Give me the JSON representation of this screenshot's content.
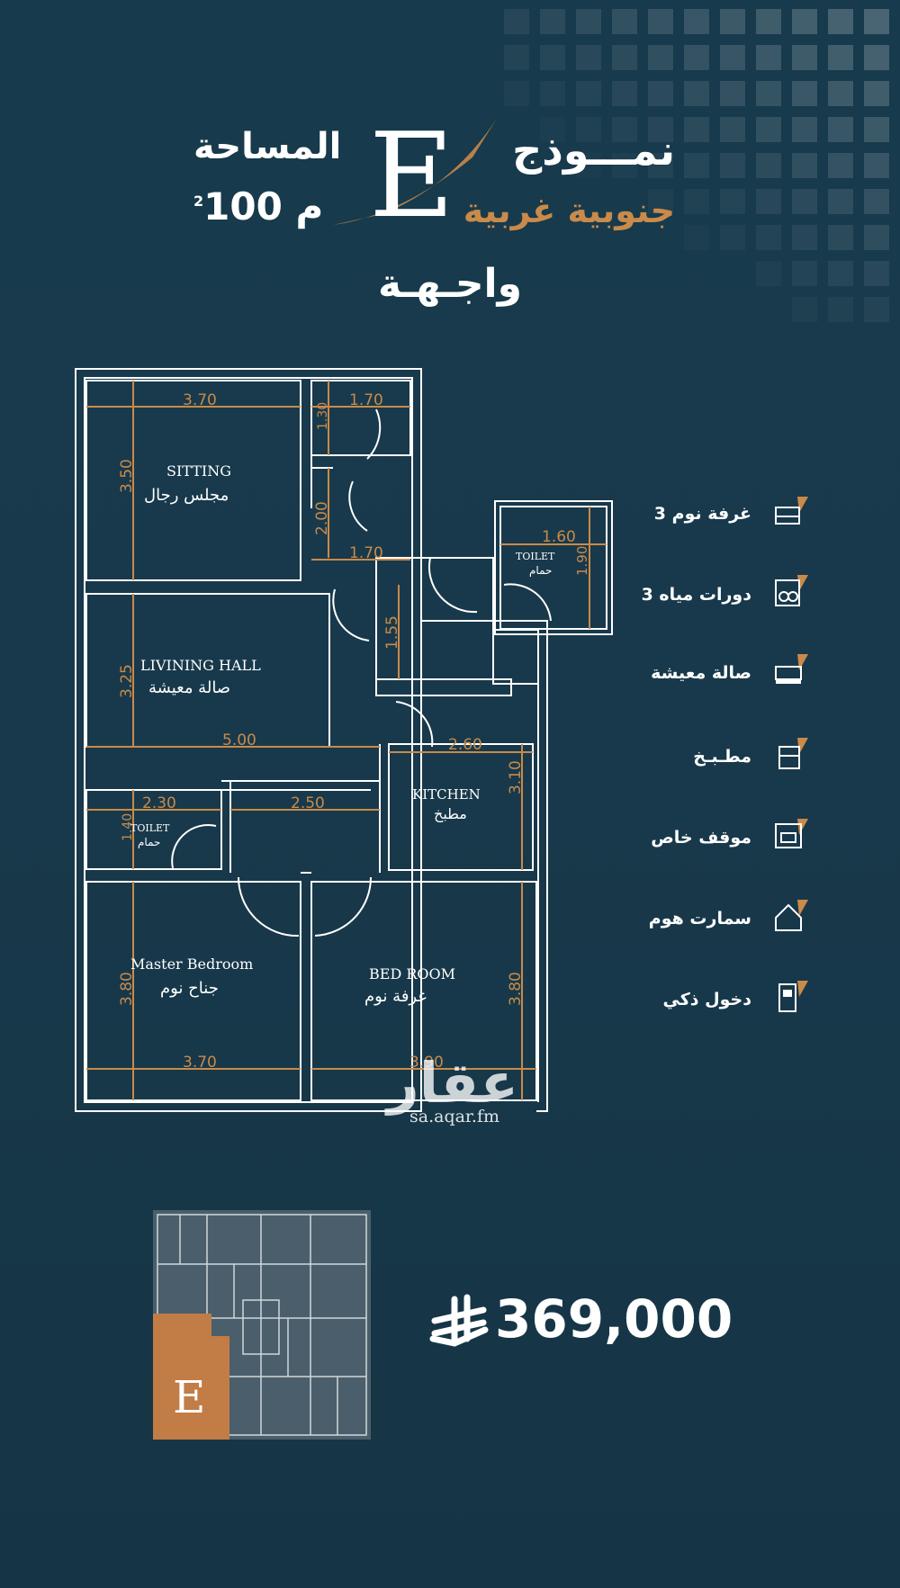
{
  "header": {
    "model_label": "نمـــوذج",
    "model_letter": "E",
    "direction": "جنوبية غربية",
    "area_label": "المساحة",
    "area_value": "100 م",
    "area_unit_sup": "2",
    "facade": "واجـهـة"
  },
  "floorplan": {
    "rooms": {
      "sitting_en": "SITTING",
      "sitting_ar": "مجلس رجال",
      "living_en": "LIVINING HALL",
      "living_ar": "صالة معيشة",
      "kitchen_en": "KITCHEN",
      "kitchen_ar": "مطبخ",
      "toilet1_en": "TOILET",
      "toilet1_ar": "حمام",
      "toilet2_en": "TOILET",
      "toilet2_ar": "حمام",
      "master_en": "Master Bedroom",
      "master_ar": "جناح نوم",
      "bed_en": "BED ROOM",
      "bed_ar": "غرفة نوم"
    },
    "dimensions": {
      "d370_top": "3.70",
      "d170_top": "1.70",
      "d350": "3.50",
      "d130": "1.30",
      "d200": "2.00",
      "d170_mid": "1.70",
      "d160": "1.60",
      "d190": "1.90",
      "d155": "1.55",
      "d325": "3.25",
      "d500": "5.00",
      "d260": "2.60",
      "d310": "3.10",
      "d230": "2.30",
      "d250": "2.50",
      "d140": "1.40",
      "d380_left": "3.80",
      "d380_right": "3.80",
      "d370_bottom": "3.70",
      "d390": "3.90"
    }
  },
  "features": [
    {
      "label": "3 غرفة نوم",
      "icon": "bedroom-icon"
    },
    {
      "label": "3 دورات مياه",
      "icon": "toilet-icon"
    },
    {
      "label": "صالة معيشة",
      "icon": "sofa-icon"
    },
    {
      "label": "مطـبـخ",
      "icon": "kitchen-icon"
    },
    {
      "label": "موقف خاص",
      "icon": "parking-icon"
    },
    {
      "label": "سمارت هوم",
      "icon": "smart-home-icon"
    },
    {
      "label": "دخول ذكي",
      "icon": "smart-lock-icon"
    }
  ],
  "watermark": {
    "logo_text": "عقار",
    "url": "sa.aqar.fm"
  },
  "keyplan": {
    "unit_letter": "E"
  },
  "price": {
    "value": "369,000",
    "currency_icon": "riyal-symbol-icon"
  },
  "colors": {
    "background": "#17394a",
    "accent": "#c98a4a",
    "plan_lines": "#ffffff",
    "dim_text": "#c98a4a"
  }
}
